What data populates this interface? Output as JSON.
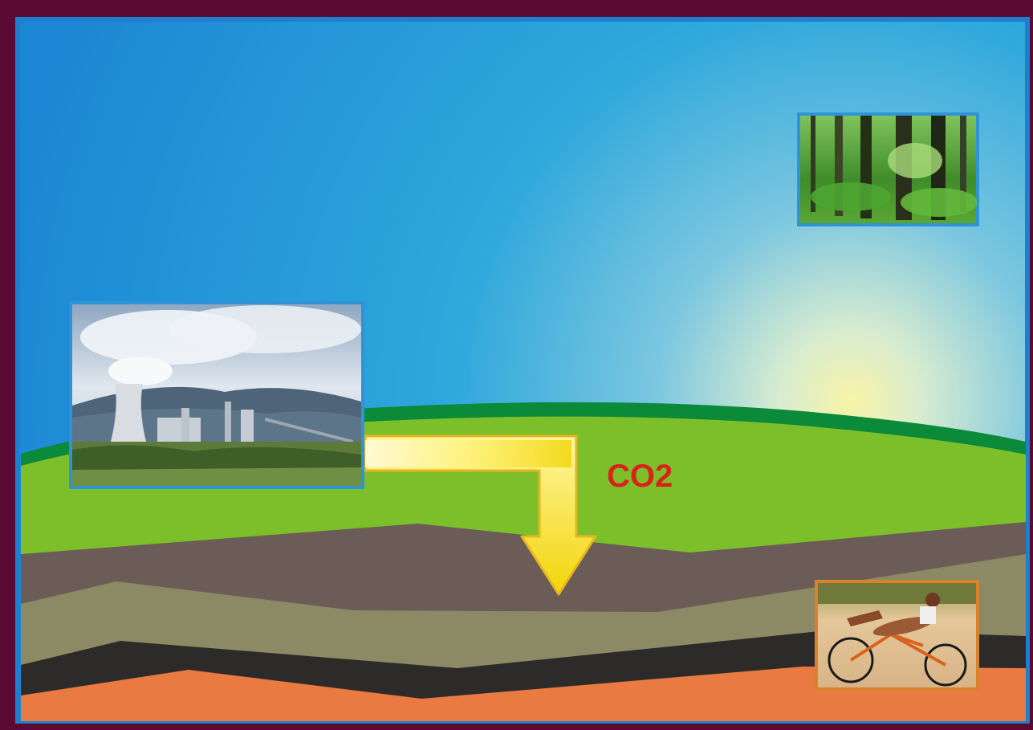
{
  "diagram": {
    "co2_label": "CO2"
  },
  "colors": {
    "frame": "#5a0a33",
    "sky_top": "#1f8fd6",
    "sky_glow": "#f6f3a6",
    "hill_outline": "#0b8a3a",
    "grass": "#7dbf2a",
    "rock_brown": "#6b5c57",
    "rock_khaki": "#8b8a64",
    "rock_dark": "#2d2b29",
    "rock_orange": "#e87a42",
    "arrow_fill": "#f7e733",
    "co2_text": "#d8231b",
    "photo_border_blue": "#2f94d6",
    "photo_border_orange": "#d9822b"
  },
  "icons": {
    "power_plant": "power-plant-photo",
    "forest": "forest-photo",
    "cyclist": "cyclist-photo",
    "arrow": "down-arrow"
  }
}
